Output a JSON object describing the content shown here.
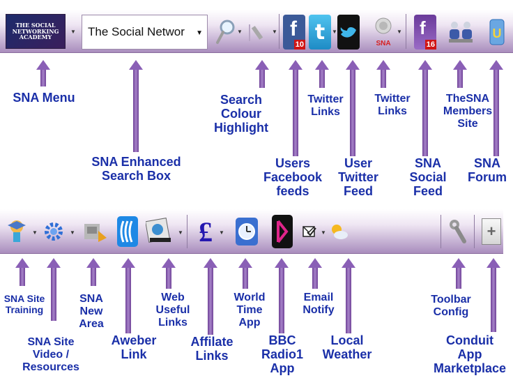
{
  "toolbar_top": {
    "logo_text": "THE SOCIAL NETWORKING ACADEMY",
    "search_value": "The Social Networ",
    "facebook_count": "10",
    "social_feed_count": "16"
  },
  "labels": {
    "sna_menu": "SNA Menu",
    "sna_search": "SNA Enhanced\nSearch Box",
    "search_colour": "Search\nColour\nHighlight",
    "users_facebook": "Users\nFacebook\nfeeds",
    "twitter_links_1": "Twitter\nLinks",
    "user_twitter": "User\nTwitter\nFeed",
    "twitter_links_2": "Twitter\nLinks",
    "sna_social_feed": "SNA\nSocial\nFeed",
    "members_site": "TheSNA\nMembers\nSite",
    "sna_forum": "SNA\nForum",
    "site_training": "SNA Site\nTraining",
    "site_video": "SNA Site\nVideo /\nResources",
    "new_area": "SNA\nNew\nArea",
    "aweber": "Aweber\nLink",
    "web_useful": "Web\nUseful\nLinks",
    "affilate": "Affilate\nLinks",
    "world_time": "World\nTime\nApp",
    "bbc_radio": "BBC\nRadio1\nApp",
    "email_notify": "Email\nNotify",
    "local_weather": "Local\nWeather",
    "toolbar_config": "Toolbar\nConfig",
    "conduit": "Conduit\nApp\nMarketplace"
  },
  "colors": {
    "label_blue": "#1a2fa8",
    "arrow_purple": "#8a5fb6",
    "toolbar_purple": "#a98dbd"
  }
}
